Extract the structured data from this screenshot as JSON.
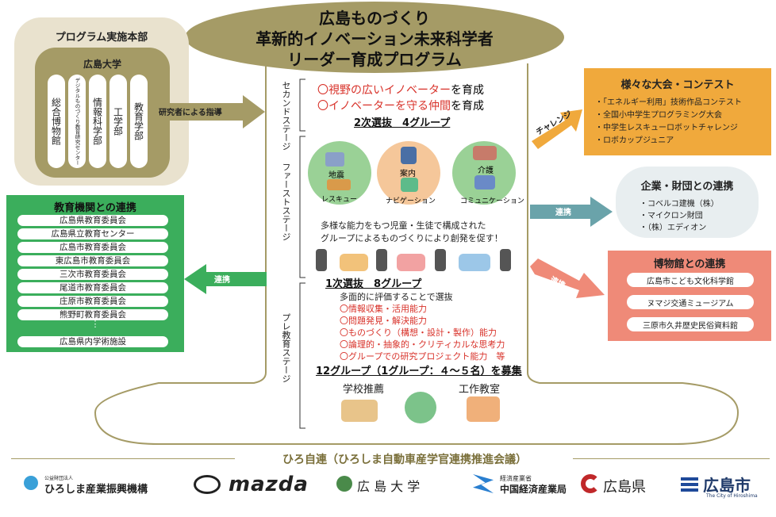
{
  "title": {
    "line1": "広島ものづくり",
    "line2": "革新的イノベーション未来科学者",
    "line3": "リーダー育成プログラム"
  },
  "headquarters": {
    "title": "プログラム実施本部",
    "university": "広島大学",
    "columns": [
      "総合博物館",
      "デジタルものづくり教育研究センター",
      "情報科学部",
      "工学部",
      "教育学部"
    ]
  },
  "guidance_arrow": "研究者による指導",
  "stages": {
    "second": "セカンドステージ",
    "first": "ファーストステージ",
    "pre": "プレ教育ステージ"
  },
  "second_stage": {
    "goal1_prefix": "〇視野の広いイノベーター",
    "goal1_suffix": "を育成",
    "goal2_prefix": "〇イノベーターを守る仲間",
    "goal2_suffix": "を育成",
    "selection": "2次選抜　4グループ"
  },
  "first_stage": {
    "circles": [
      {
        "top": "地震",
        "bottom": "レスキュー"
      },
      {
        "top": "案内",
        "bottom": "ナビゲーション"
      },
      {
        "top": "介護",
        "bottom": "コミュニケーション"
      }
    ],
    "desc1": "多様な能力をもつ児童・生徒で構成された",
    "desc2": "グループによるものづくりにより創発を促す！",
    "selection": "1次選抜　8グループ"
  },
  "pre_stage": {
    "lead": "多面的に評価することで選抜",
    "criteria": [
      "〇情報収集・活用能力",
      "〇問題発見・解決能力",
      "〇ものづくり（構想・設計・製作）能力",
      "〇論理的・抽象的・クリティカルな思考力",
      "〇グループでの研究プロジェクト能力　等"
    ],
    "recruit": "12グループ（1グループ：４～５名）を募集",
    "sources": [
      "学校推薦",
      "工作教室"
    ]
  },
  "contests": {
    "title": "様々な大会・コンテスト",
    "items": [
      "・「エネルギー利用」技術作品コンテスト",
      "・全国小中学生プログラミング大会",
      "・中学生レスキューロボットチャレンジ",
      "・ロボカップジュニア"
    ],
    "arrow": "チャレンジ"
  },
  "companies": {
    "title": "企業・財団との連携",
    "items": [
      "・コベルコ建機（株）",
      "・マイクロン財団",
      "・（株）エディオン"
    ],
    "arrow": "連携"
  },
  "museums": {
    "title": "博物館との連携",
    "items": [
      "広島市こども文化科学館",
      "ヌマジ交通ミュージアム",
      "三原市久井歴史民俗資料館"
    ],
    "arrow": "連携"
  },
  "education": {
    "title": "教育機関との連携",
    "items": [
      "広島県教育委員会",
      "広島県立教育センター",
      "広島市教育委員会",
      "東広島市教育委員会",
      "三次市教育委員会",
      "尾道市教育委員会",
      "庄原市教育委員会",
      "熊野町教育委員会",
      "⋮",
      "広島県内学術施設"
    ],
    "arrow": "連携"
  },
  "footer": {
    "council": "ひろ自連（ひろしま自動車産学官連携推進会議）",
    "logos": [
      {
        "small": "公益財団法人",
        "name": "ひろしま産業振興機構"
      },
      {
        "small": "",
        "name": "mazda"
      },
      {
        "small": "",
        "name": "広 島 大 学"
      },
      {
        "small": "経済産業省",
        "name": "中国経済産業局"
      },
      {
        "small": "",
        "name": "広島県"
      },
      {
        "small": "The City of Hiroshima",
        "name": "広島市"
      }
    ]
  },
  "colors": {
    "olive": "#a59b66",
    "beige": "#e9e2ce",
    "orange": "#f0a93c",
    "green": "#3bae5c",
    "salmon": "#ef8a78",
    "teal": "#6aa3aa"
  }
}
